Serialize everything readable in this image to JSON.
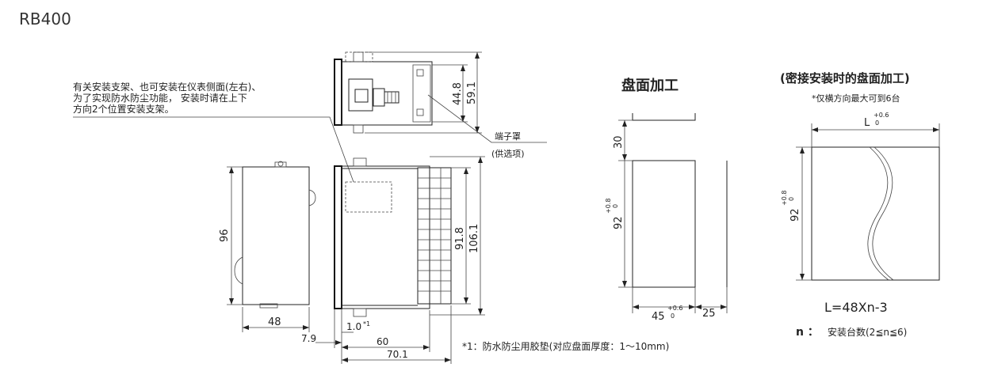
{
  "title": "RB400",
  "notes": {
    "bracket_line1": "有关安装支架、也可安装在仪表侧面(左右)、",
    "bracket_line2": "为了实现防水防尘功能， 安装时请在上下",
    "bracket_line3": "方向2个位置安装支架。",
    "terminal_cover": "端子罩",
    "optional": "(供选项)",
    "footnote": "*1：防水防尘用胶垫(对应盘面厚度：1～10mm)"
  },
  "dims": {
    "d96": "96",
    "d48": "48",
    "d7_9": "7.9",
    "d1_0": "1.0",
    "d1_0_sup": "*1",
    "d60": "60",
    "d70_1": "70.1",
    "d91_8": "91.8",
    "d106_1": "106.1",
    "d44_8": "44.8",
    "d59_1": "59.1"
  },
  "panel_cut": {
    "heading": "盘面加工",
    "d30": "30",
    "d92": "92",
    "d92_tol_hi": "+0.8",
    "d92_tol_lo": "0",
    "d45": "45",
    "d45_tol_hi": "+0.6",
    "d45_tol_lo": "0",
    "d25": "25"
  },
  "close_mount": {
    "heading": "(密接安装时的盘面加工)",
    "subnote": "*仅横方向最大可到6台",
    "L": "L",
    "L_tol_hi": "+0.6",
    "L_tol_lo": "0",
    "d92": "92",
    "d92_tol_hi": "+0.8",
    "d92_tol_lo": "0",
    "formula": "L=48Xn-3",
    "n_label": "n ：",
    "n_text": "安装台数(2≦n≦6)"
  }
}
